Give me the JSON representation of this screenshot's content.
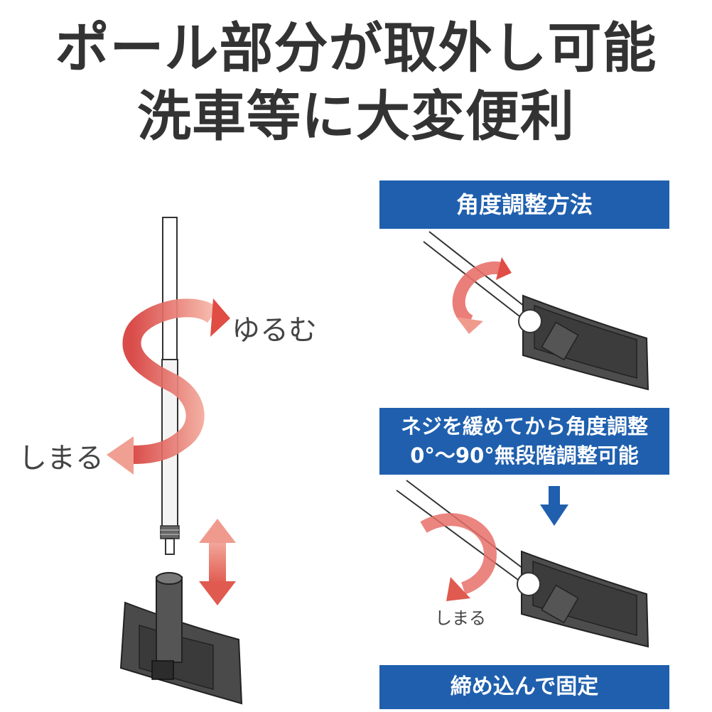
{
  "title": {
    "line1": "ポール部分が取外し可能",
    "line2": "洗車等に大変便利"
  },
  "labels": {
    "loosen": "ゆるむ",
    "tighten": "しまる",
    "tighten_small": "しまる"
  },
  "banners": {
    "angle_method": "角度調整方法",
    "instruction_line1": "ネジを緩めてから角度調整",
    "instruction_line2": "0°〜90°無段階調整可能",
    "fix": "締め込んで固定"
  },
  "colors": {
    "banner_blue": "#1f5fae",
    "arrow_red": "#e8706a",
    "title_gray": "#333333",
    "part_gray": "#5a5a5a"
  },
  "icons": [
    "rotate-arrow-icon",
    "up-down-arrow-icon",
    "down-arrow-icon",
    "curved-arrow-icon"
  ]
}
